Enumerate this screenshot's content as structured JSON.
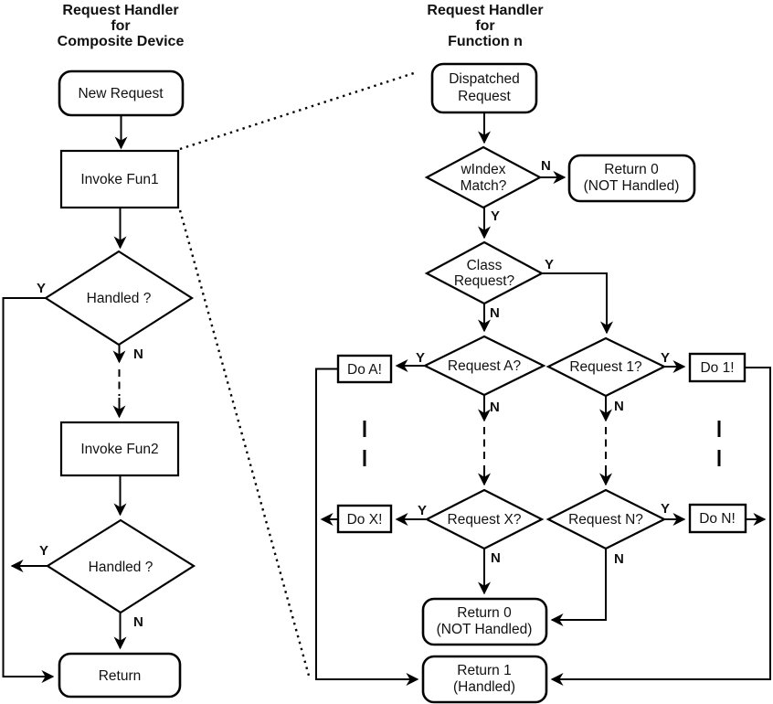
{
  "diagram": {
    "labels": {
      "yes": "Y",
      "no": "N"
    },
    "left": {
      "title": [
        "Request Handler",
        "for",
        "Composite Device"
      ],
      "nodes": {
        "new_request": "New Request",
        "invoke_fun1": "Invoke Fun1",
        "handled_1": "Handled ?",
        "invoke_fun2": "Invoke Fun2",
        "handled_2": "Handled ?",
        "return": "Return"
      }
    },
    "right": {
      "title": [
        "Request Handler",
        "for",
        "Function n"
      ],
      "nodes": {
        "dispatched_request": [
          "Dispatched",
          "Request"
        ],
        "windex_match": [
          "wIndex",
          "Match?"
        ],
        "return_0_top": [
          "Return 0",
          "(NOT Handled)"
        ],
        "class_request": [
          "Class",
          "Request?"
        ],
        "request_a": "Request A?",
        "request_1": "Request 1?",
        "request_x": "Request X?",
        "request_n": "Request N?",
        "do_a": "Do A!",
        "do_x": "Do X!",
        "do_1": "Do 1!",
        "do_n": "Do N!",
        "return_0_bottom": [
          "Return 0",
          "(NOT Handled)"
        ],
        "return_1": [
          "Return 1",
          "(Handled)"
        ]
      }
    },
    "colors": {
      "stroke": "#000000",
      "text": "#111111",
      "background": "#ffffff"
    }
  }
}
